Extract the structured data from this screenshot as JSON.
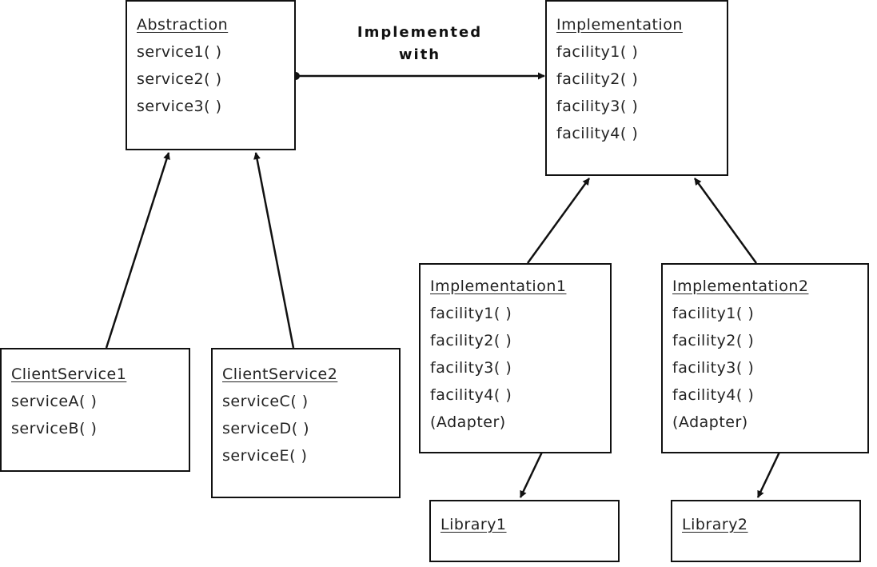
{
  "abstraction": {
    "title": "Abstraction",
    "methods": [
      "service1( )",
      "service2( )",
      "service3( )"
    ]
  },
  "implementation": {
    "title": "Implementation",
    "methods": [
      "facility1( )",
      "facility2( )",
      "facility3( )",
      "facility4( )"
    ]
  },
  "link_label": {
    "line1": "Implemented",
    "line2": "with"
  },
  "client_service_1": {
    "title": "ClientService1",
    "methods": [
      "serviceA( )",
      "serviceB( )"
    ]
  },
  "client_service_2": {
    "title": "ClientService2",
    "methods": [
      "serviceC( )",
      "serviceD( )",
      "serviceE( )"
    ]
  },
  "implementation_1": {
    "title": "Implementation1",
    "methods": [
      "facility1( )",
      "facility2( )",
      "facility3( )",
      "facility4( )",
      "(Adapter)"
    ]
  },
  "implementation_2": {
    "title": "Implementation2",
    "methods": [
      "facility1( )",
      "facility2( )",
      "facility3( )",
      "facility4( )",
      "(Adapter)"
    ]
  },
  "library_1": {
    "title": "Library1"
  },
  "library_2": {
    "title": "Library2"
  }
}
